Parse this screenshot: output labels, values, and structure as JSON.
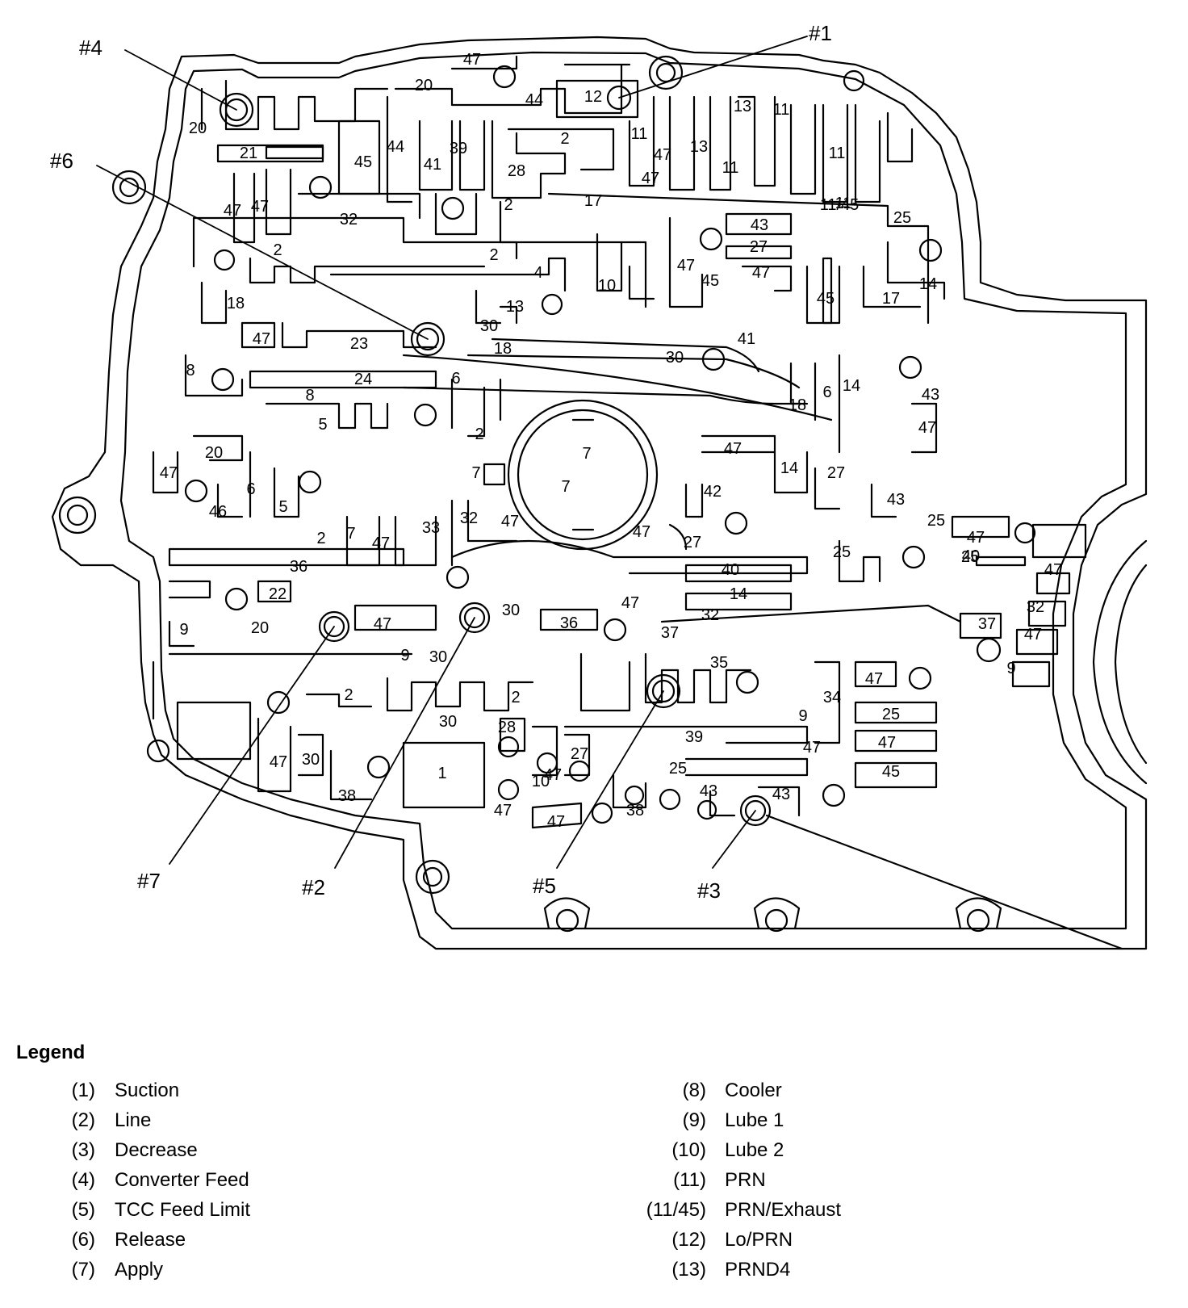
{
  "callouts": {
    "c1": "#1",
    "c2": "#2",
    "c3": "#3",
    "c4": "#4",
    "c5": "#5",
    "c6": "#6",
    "c7": "#7"
  },
  "passage_numbers": [
    "47",
    "20",
    "44",
    "12",
    "20",
    "2",
    "11",
    "13",
    "11",
    "11",
    "21",
    "45",
    "44",
    "41",
    "39",
    "28",
    "47",
    "13",
    "47",
    "11",
    "11",
    "47",
    "47",
    "32",
    "2",
    "17",
    "11/45",
    "25",
    "2",
    "43",
    "27",
    "2",
    "4",
    "10",
    "47",
    "45",
    "47",
    "14",
    "45",
    "17",
    "18",
    "13",
    "30",
    "47",
    "23",
    "18",
    "30",
    "41",
    "8",
    "8",
    "24",
    "6",
    "6",
    "14",
    "18",
    "43",
    "5",
    "2",
    "47",
    "47",
    "20",
    "7",
    "7",
    "7",
    "14",
    "27",
    "47",
    "6",
    "5",
    "46",
    "2",
    "7",
    "47",
    "33",
    "32",
    "47",
    "47",
    "27",
    "42",
    "43",
    "25",
    "47",
    "25",
    "36",
    "40",
    "25",
    "40",
    "47",
    "14",
    "22",
    "32",
    "32",
    "9",
    "20",
    "47",
    "30",
    "47",
    "36",
    "37",
    "37",
    "47",
    "9",
    "30",
    "35",
    "47",
    "2",
    "2",
    "34",
    "25",
    "30",
    "9",
    "47",
    "47",
    "28",
    "39",
    "45",
    "47",
    "30",
    "38",
    "1",
    "27",
    "25",
    "47",
    "10",
    "43",
    "43",
    "38",
    "47",
    "47",
    "9"
  ],
  "legend": {
    "title": "Legend",
    "left": [
      {
        "code": "(1)",
        "name": "Suction"
      },
      {
        "code": "(2)",
        "name": "Line"
      },
      {
        "code": "(3)",
        "name": "Decrease"
      },
      {
        "code": "(4)",
        "name": "Converter Feed"
      },
      {
        "code": "(5)",
        "name": "TCC Feed Limit"
      },
      {
        "code": "(6)",
        "name": "Release"
      },
      {
        "code": "(7)",
        "name": "Apply"
      }
    ],
    "right": [
      {
        "code": "(8)",
        "name": "Cooler"
      },
      {
        "code": "(9)",
        "name": "Lube 1"
      },
      {
        "code": "(10)",
        "name": "Lube 2"
      },
      {
        "code": "(11)",
        "name": "PRN"
      },
      {
        "code": "(11/45)",
        "name": "PRN/Exhaust"
      },
      {
        "code": "(12)",
        "name": "Lo/PRN"
      },
      {
        "code": "(13)",
        "name": "PRND4"
      }
    ]
  }
}
